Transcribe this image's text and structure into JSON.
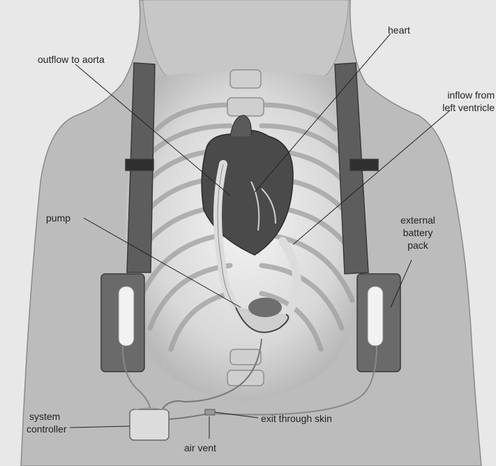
{
  "diagram": {
    "labels": {
      "heart": "heart",
      "outflow": "outflow to aorta",
      "inflow": [
        "inflow from",
        "left ventricle"
      ],
      "pump": "pump",
      "battery": [
        "external",
        "battery",
        "pack"
      ],
      "controller": [
        "system",
        "controller"
      ],
      "exit": "exit through skin",
      "vent": "air vent"
    },
    "colors": {
      "background": "#e8e8e8",
      "body": "#b8b8b8",
      "harness": "#5a5a5a",
      "heart": "#4a4a4a",
      "label_text": "#222222"
    }
  }
}
